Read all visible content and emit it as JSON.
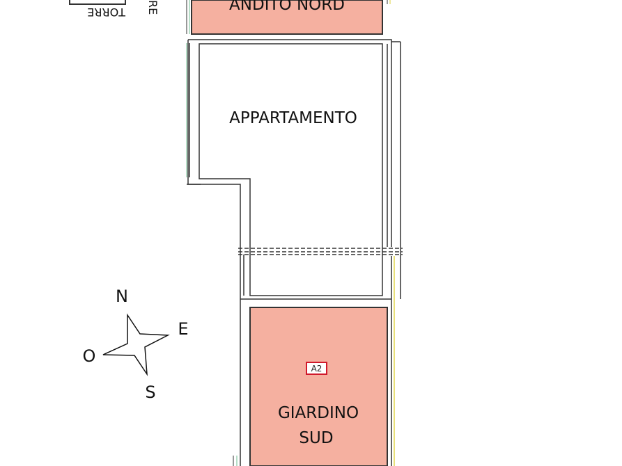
{
  "rooms": {
    "andito_nord": {
      "label": "ANDITO  NORD",
      "fill": "#f5b0a0"
    },
    "appartamento": {
      "label": "APPARTAMENTO"
    },
    "giardino_sud": {
      "line1": "GIARDINO",
      "line2": "SUD",
      "fill": "#f5b0a0",
      "badge": "A2"
    }
  },
  "compass": {
    "north": "N",
    "east": "E",
    "south": "S",
    "west": "O"
  },
  "labels": {
    "torre": "TORRE",
    "torre_partial": "RE"
  },
  "colors": {
    "wall": "#333333",
    "salmon": "#f5b0a0",
    "badge_border": "#d0192b",
    "accent_green": "#9fd3b5",
    "accent_yellow": "#e8e07a"
  }
}
